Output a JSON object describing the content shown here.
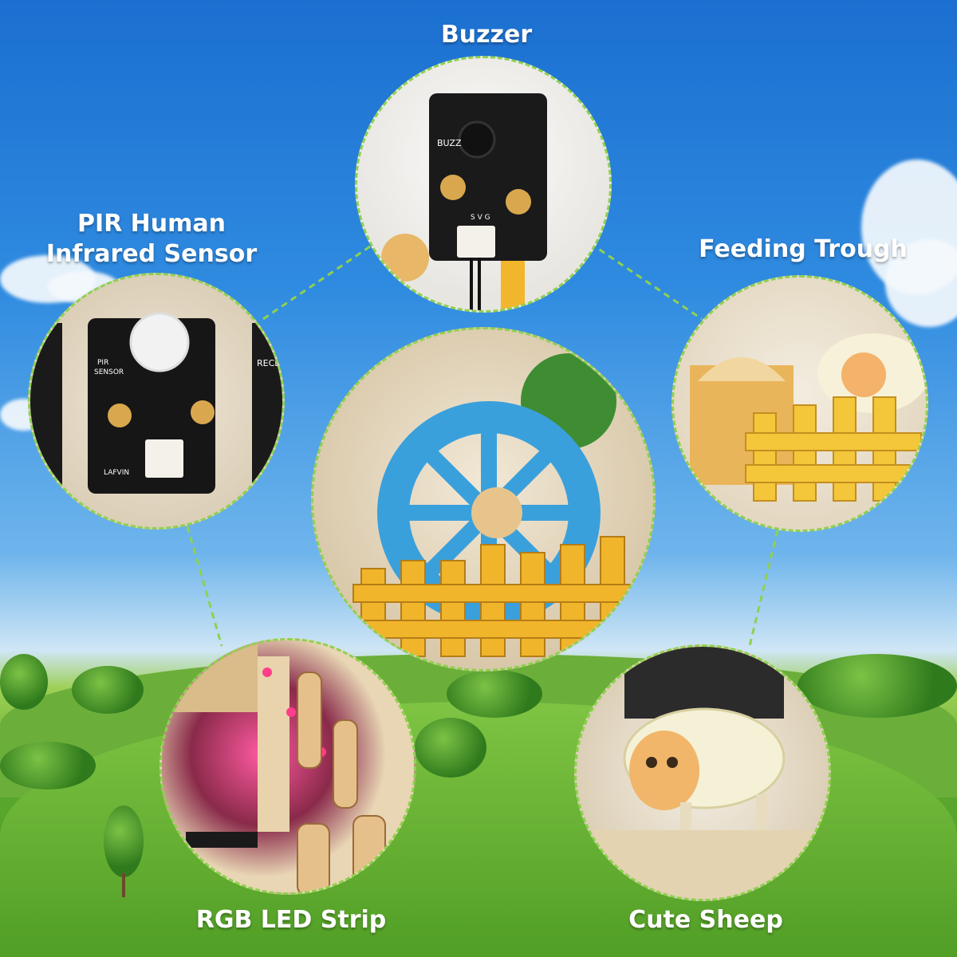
{
  "labels": {
    "buzzer": "Buzzer",
    "pir_line1": "PIR Human",
    "pir_line2": "Infrared Sensor",
    "feeding_trough": "Feeding Trough",
    "rgb_led_strip": "RGB LED Strip",
    "cute_sheep": "Cute Sheep"
  },
  "module_text": {
    "buzzer_board": "BUZZ",
    "pins": "S V G",
    "brand": "LAFVIN",
    "pir_board_line1": "PIR",
    "pir_board_line2": "SENSOR",
    "neighbor_board": "RECE"
  },
  "colors": {
    "sky_top": "#1b6fd0",
    "grass": "#4d9a26",
    "connector": "#8fd14f",
    "label_text": "#ffffff",
    "wheel_blue": "#3aa0dc",
    "fence_yellow": "#f0b52a",
    "board_black": "#1a1a1a",
    "led_pink": "#ff3d8a"
  }
}
